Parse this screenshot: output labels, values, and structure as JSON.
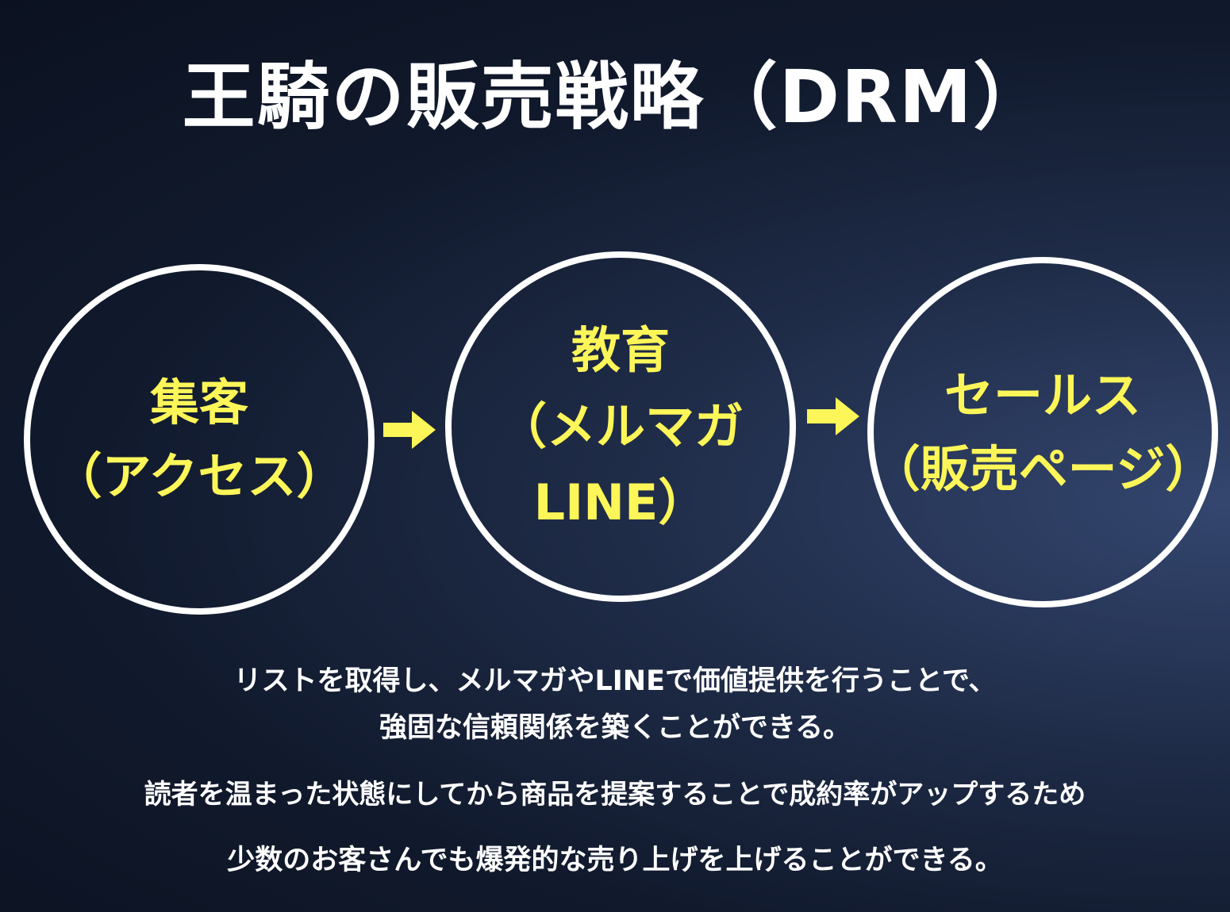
{
  "title": "王騎の販売戦略（DRM）",
  "steps": [
    {
      "lines": [
        "集客",
        "（アクセス）"
      ]
    },
    {
      "lines": [
        "教育",
        "（メルマガ",
        "LINE）"
      ]
    },
    {
      "lines": [
        "セールス",
        "（販売ページ）"
      ]
    }
  ],
  "description": [
    "リストを取得し、メルマガやLINEで価値提供を行うことで、",
    "強固な信頼関係を築くことができる。",
    "読者を温まった状態にしてから商品を提案することで成約率がアップするため",
    "少数のお客さんでも爆発的な売り上げを上げることができる。"
  ],
  "colors": {
    "step_text": "#fdf658",
    "arrow": "#fdf658",
    "circle_border": "#ffffff",
    "text": "#ffffff"
  },
  "icons": {
    "arrow": "arrow-right-icon"
  }
}
